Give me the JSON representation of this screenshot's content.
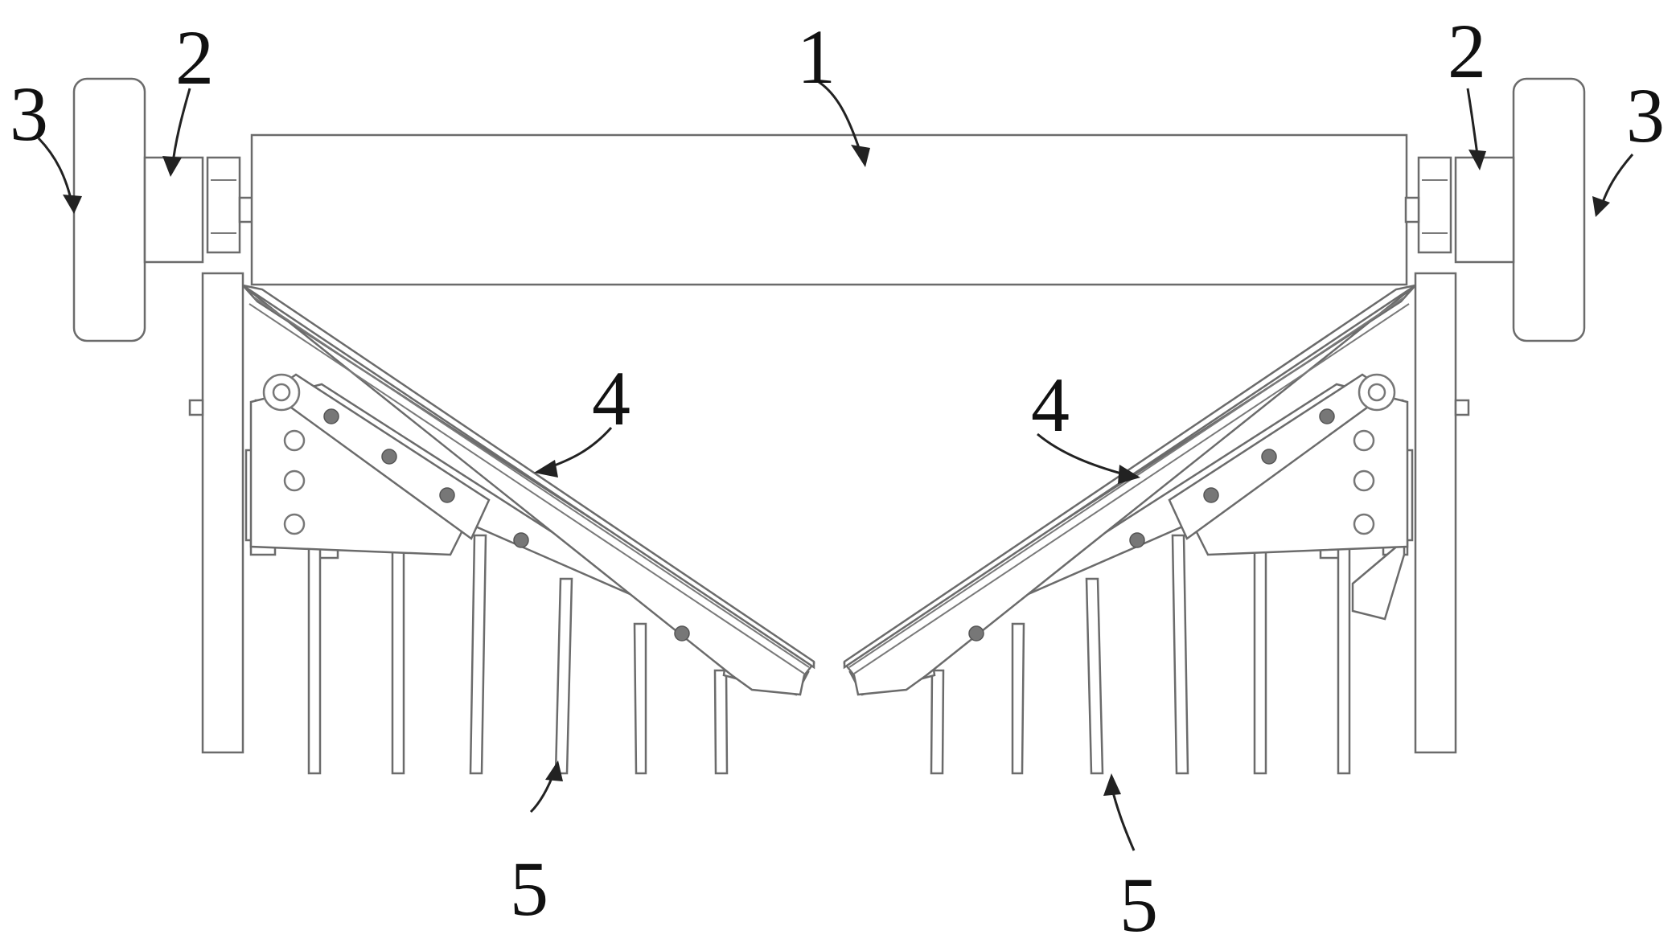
{
  "figure": {
    "callouts": {
      "beam": "1",
      "axle_left": "2",
      "axle_right": "2",
      "wheel_left": "3",
      "wheel_right": "3",
      "arm_left": "4",
      "arm_right": "4",
      "tine_left": "5",
      "tine_right": "5"
    }
  }
}
